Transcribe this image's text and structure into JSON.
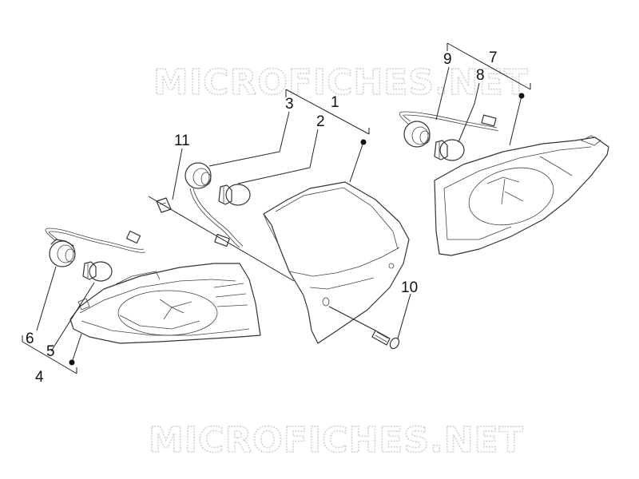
{
  "watermark": {
    "top": "MICROFICHES.NET",
    "bottom": "MICROFICHES.NET"
  },
  "callouts": {
    "c1": "1",
    "c2": "2",
    "c3": "3",
    "c4": "4",
    "c5": "5",
    "c6": "6",
    "c7": "7",
    "c8": "8",
    "c9": "9",
    "c10": "10",
    "c11": "11"
  },
  "colors": {
    "line": "#333333",
    "watermark": "#d2d2d2"
  }
}
